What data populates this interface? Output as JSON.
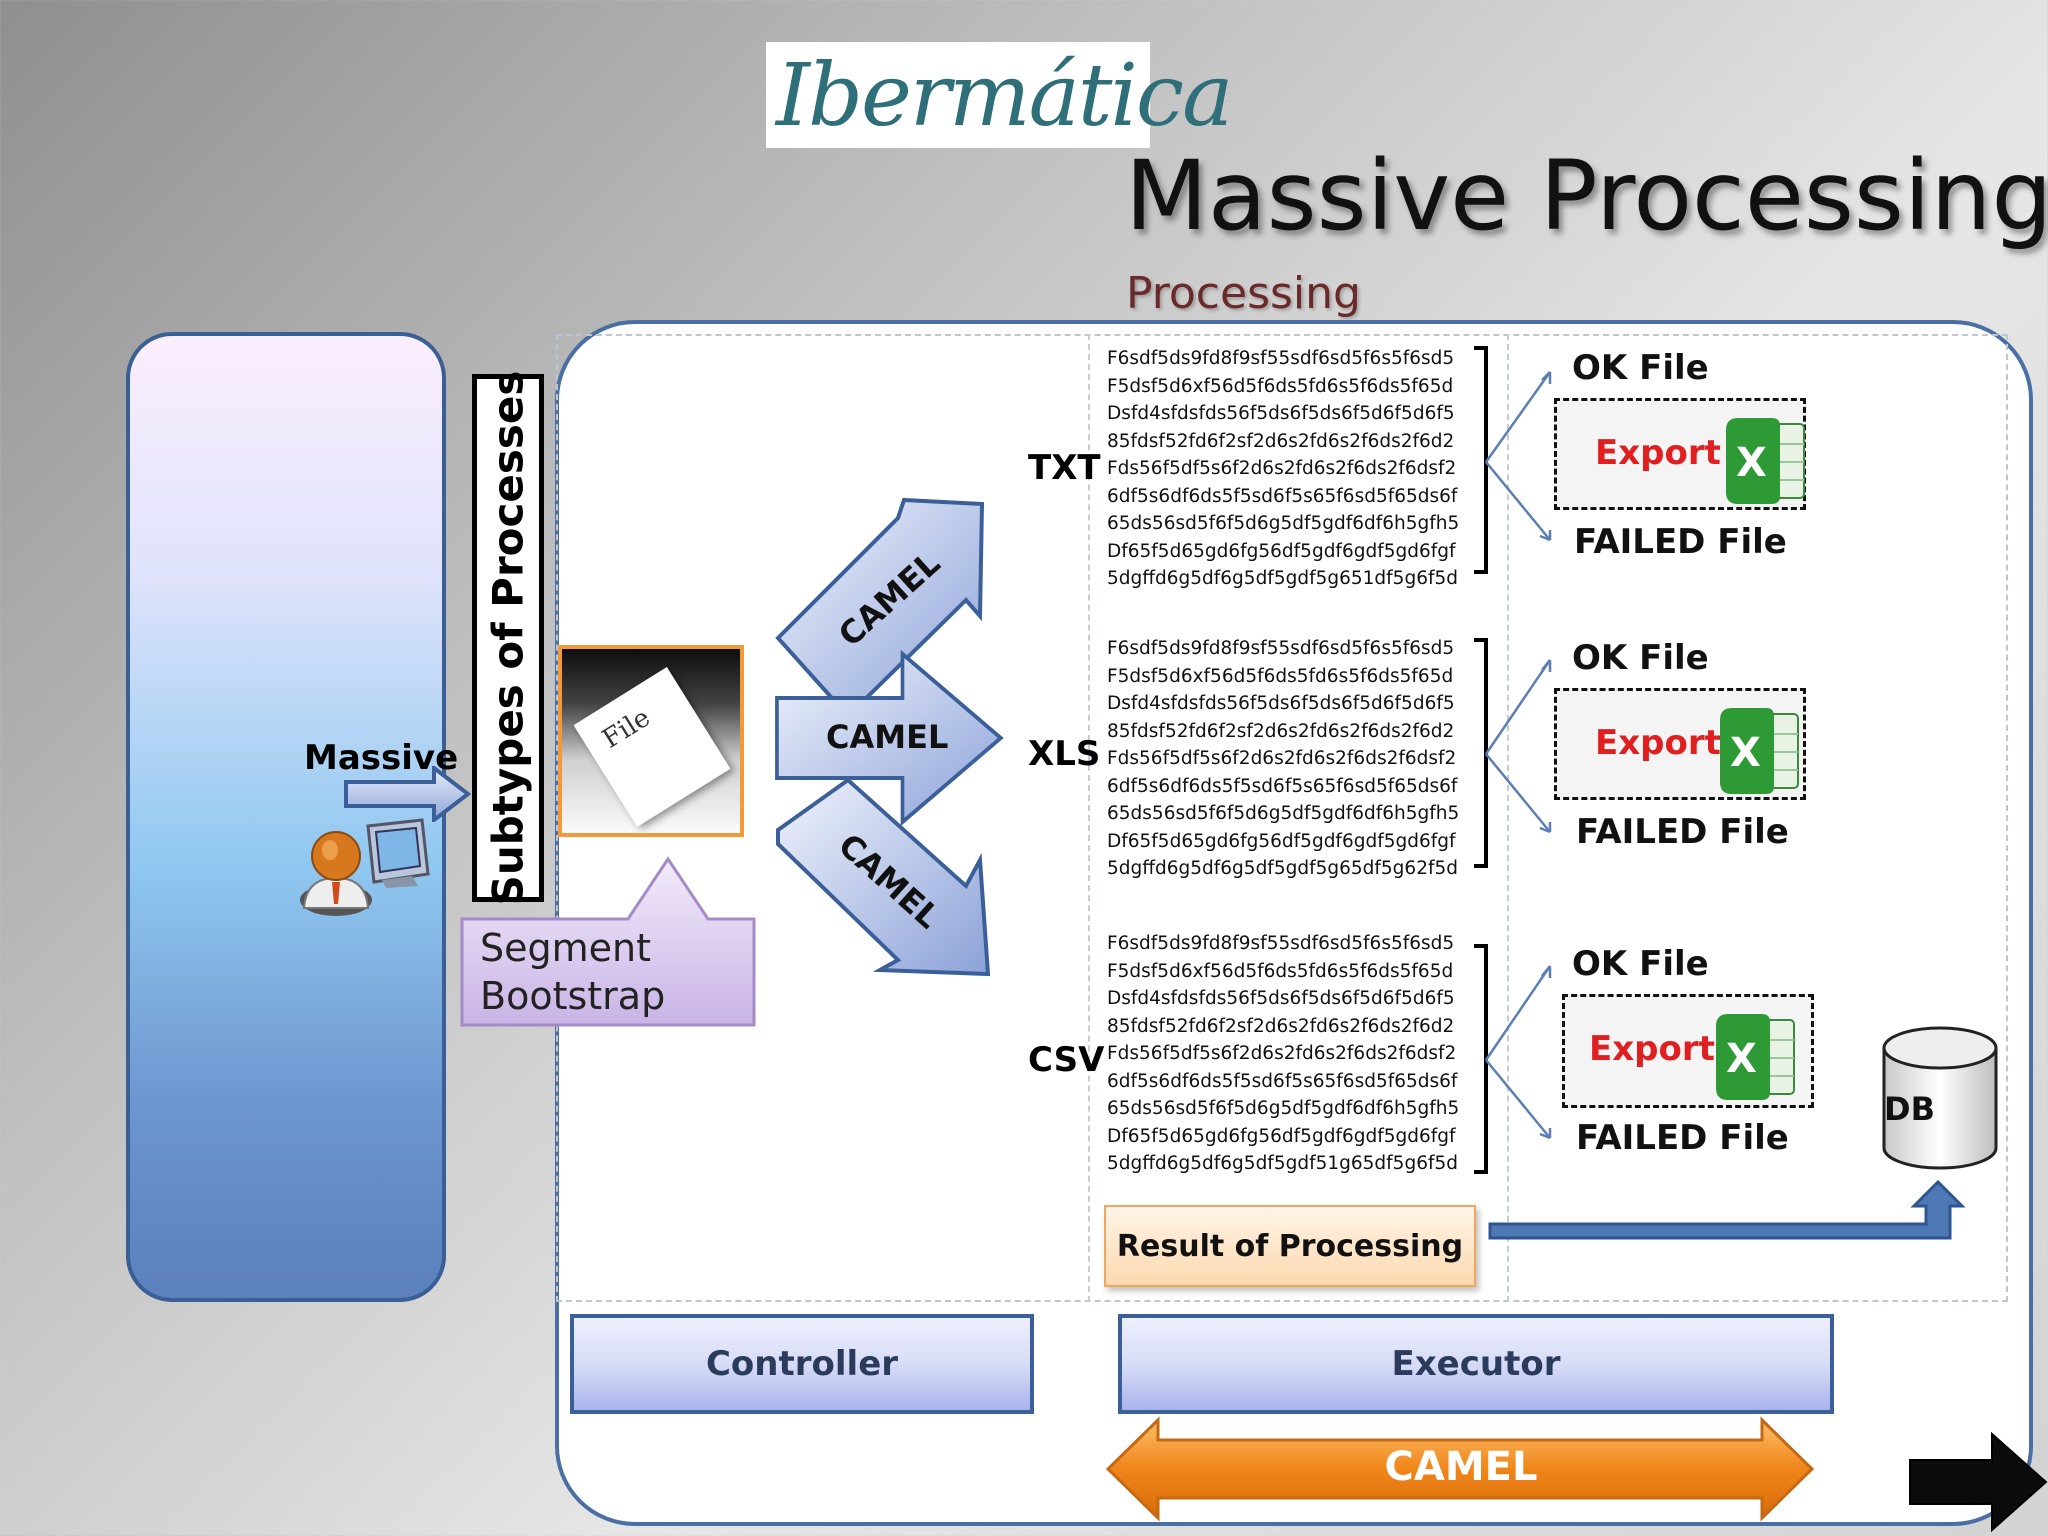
{
  "logo": {
    "text": "Ibermática"
  },
  "header": {
    "title": "Massive Processing",
    "section": "Processing"
  },
  "left": {
    "massive_label": "Massive",
    "subtypes_label": "Subtypes of Processes"
  },
  "file": {
    "label": "File"
  },
  "callout": {
    "line1": "Segment",
    "line2": "Bootstrap"
  },
  "camel_arrows": {
    "top": "CAMEL",
    "middle": "CAMEL",
    "bottom": "CAMEL"
  },
  "formats": [
    {
      "label": "TXT",
      "lines": [
        "F6sdf5ds9fd8f9sf55sdf6sd5f6s5f6sd5",
        "F5dsf5d6xf56d5f6ds5fd6s5f6ds5f65d",
        "Dsfd4sfdsfds56f5ds6f5ds6f5d6f5d6f5",
        "85fdsf52fd6f2sf2d6s2fd6s2f6ds2f6d2",
        "Fds56f5df5s6f2d6s2fd6s2f6ds2f6dsf2",
        "6df5s6df6ds5f5sd6f5s65f6sd5f65ds6f",
        "65ds56sd5f6f5d6g5df5gdf6df6h5gfh5",
        "Df65f5d65gd6fg56df5gdf6gdf5gd6fgf",
        "5dgffd6g5df6g5df5gdf5g651df5g6f5d"
      ],
      "ok": "OK File",
      "export": "Export",
      "failed": "FAILED File"
    },
    {
      "label": "XLS",
      "lines": [
        "F6sdf5ds9fd8f9sf55sdf6sd5f6s5f6sd5",
        "F5dsf5d6xf56d5f6ds5fd6s5f6ds5f65d",
        "Dsfd4sfdsfds56f5ds6f5ds6f5d6f5d6f5",
        "85fdsf52fd6f2sf2d6s2fd6s2f6ds2f6d2",
        "Fds56f5df5s6f2d6s2fd6s2f6ds2f6dsf2",
        "6df5s6df6ds5f5sd6f5s65f6sd5f65ds6f",
        "65ds56sd5f6f5d6g5df5gdf6df6h5gfh5",
        "Df65f5d65gd6fg56df5gdf6gdf5gd6fgf",
        "5dgffd6g5df6g5df5gdf5g65df5g62f5d"
      ],
      "ok": "OK File",
      "export": "Export",
      "failed": "FAILED File"
    },
    {
      "label": "CSV",
      "lines": [
        "F6sdf5ds9fd8f9sf55sdf6sd5f6s5f6sd5",
        "F5dsf5d6xf56d5f6ds5fd6s5f6ds5f65d",
        "Dsfd4sfdsfds56f5ds6f5ds6f5d6f5d6f5",
        "85fdsf52fd6f2sf2d6s2fd6s2f6ds2f6d2",
        "Fds56f5df5s6f2d6s2fd6s2f6ds2f6dsf2",
        "6df5s6df6ds5f5sd6f5s65f6sd5f65ds6f",
        "65ds56sd5f6f5d6g5df5gdf6df6h5gfh5",
        "Df65f5d65gd6fg56df5gdf6gdf5gd6fgf",
        "5dgffd6g5df6g5df5gdf51g65df5g6f5d"
      ],
      "ok": "OK File",
      "export": "Export",
      "failed": "FAILED File"
    }
  ],
  "result": {
    "label": "Result of Processing"
  },
  "db": {
    "label": "DB"
  },
  "bottom": {
    "controller": "Controller",
    "executor": "Executor",
    "camel": "CAMEL"
  },
  "icons": {
    "user": "user-icon",
    "monitor": "monitor-icon",
    "excel": "excel-icon",
    "next": "next-arrow-icon"
  }
}
